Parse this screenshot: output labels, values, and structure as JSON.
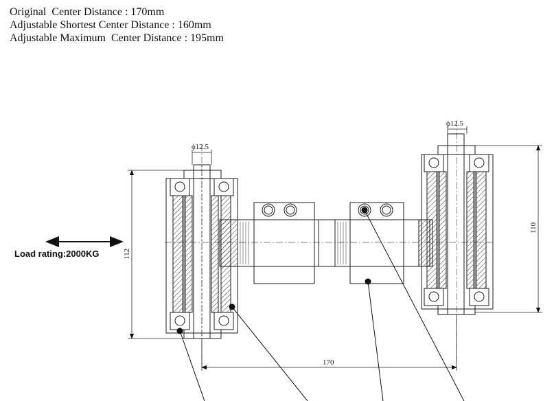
{
  "specs": {
    "original_center_distance": "Original  Center Distance : 170mm",
    "shortest_center_distance": "Adjustable Shortest Center Distance : 160mm",
    "maximum_center_distance": "Adjustable Maximum  Center Distance : 195mm"
  },
  "load_rating": "Load rating:2000KG",
  "dimensions": {
    "left_shaft_diameter": "ϕ12.5",
    "right_shaft_diameter": "ϕ12.5",
    "left_height": "112",
    "right_height": "110",
    "center_distance": "170"
  },
  "colors": {
    "line": "#1a1a1a",
    "background": "#ffffff"
  }
}
